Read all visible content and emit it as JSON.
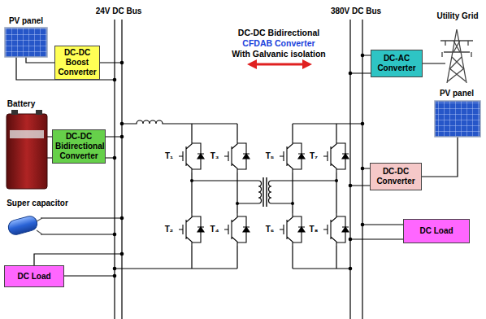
{
  "diagram": {
    "nodes": [
      {
        "text": [
          "DC-DC Boost Converter"
        ]
      },
      {
        "text": [
          "DC-DC Bidirectional Converter"
        ]
      },
      {
        "text": [
          "DC Load"
        ]
      },
      {
        "text": [
          "DC-AC Converter"
        ]
      },
      {
        "text": [
          "DC-DC Converter"
        ]
      },
      {
        "text": [
          "DC Load"
        ]
      }
    ],
    "labels": [
      "24V DC Bus",
      "380V DC Bus",
      "DC-DC Bidirectional",
      "CFDAB Converter",
      "With Galvanic isolation",
      "PV panel",
      "Utility Grid",
      "Battery",
      "PV panel",
      "Super capacitor",
      "T₁",
      "T₂",
      "T₃",
      "T₄",
      "T₅",
      "T₆",
      "T₇",
      "T₈"
    ]
  }
}
